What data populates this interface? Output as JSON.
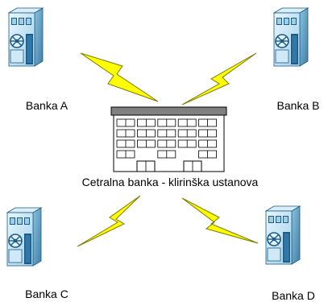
{
  "central": {
    "label": "Cetralna banka - klirinška ustanova"
  },
  "banks": [
    {
      "id": "a",
      "label": "Banka A"
    },
    {
      "id": "b",
      "label": "Banka B"
    },
    {
      "id": "c",
      "label": "Banka C"
    },
    {
      "id": "d",
      "label": "Banka D"
    }
  ],
  "colors": {
    "lightning": "#ffff00",
    "lightning_outline": "#7a7a00",
    "bank_front": "#bfe3f5",
    "bank_side": "#6fa9c6",
    "bank_dark": "#1e5a86",
    "roof": "#808080"
  }
}
